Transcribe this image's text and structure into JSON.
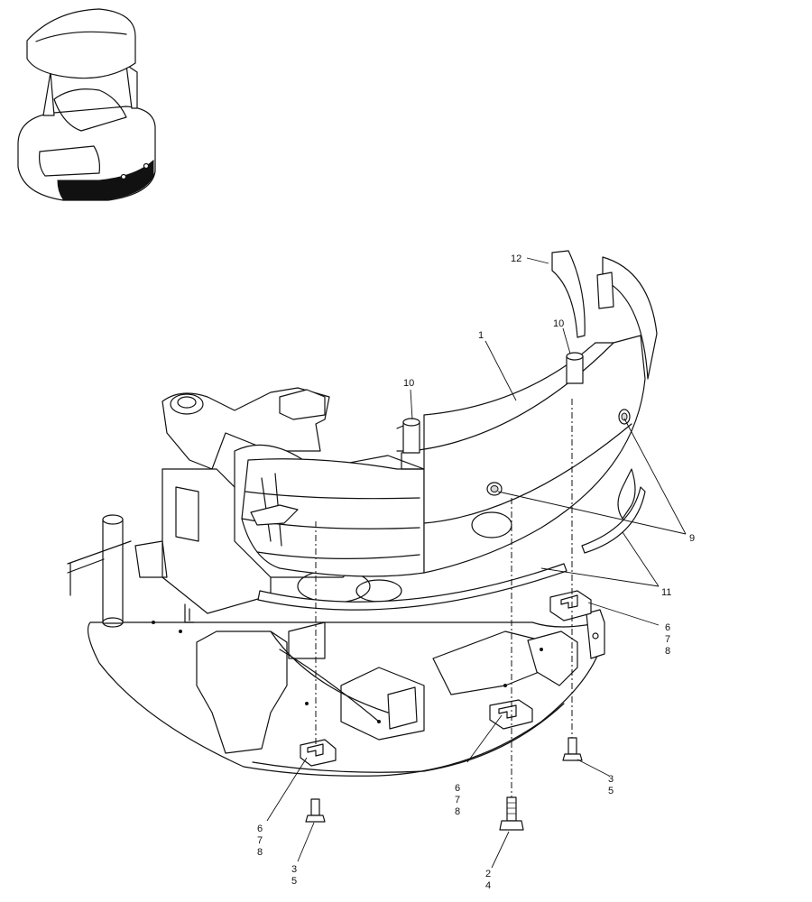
{
  "callouts": {
    "c1": "1",
    "c9": "9",
    "c10a": "10",
    "c10b": "10",
    "c11": "11",
    "c12": "12",
    "c678_right": [
      "6",
      "7",
      "8"
    ],
    "c678_mid": [
      "6",
      "7",
      "8"
    ],
    "c678_left": [
      "6",
      "7",
      "8"
    ],
    "c35_right": [
      "3",
      "5"
    ],
    "c35_left": [
      "3",
      "5"
    ],
    "c24": [
      "2",
      "4"
    ]
  }
}
